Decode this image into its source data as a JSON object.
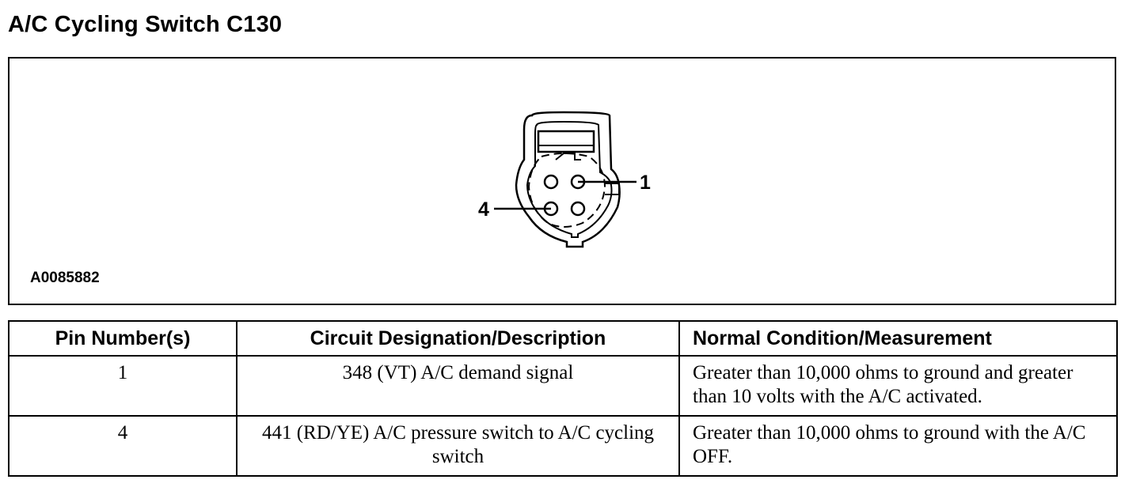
{
  "title": "A/C Cycling Switch C130",
  "figure": {
    "id": "A0085882",
    "pin_labels": [
      "1",
      "4"
    ]
  },
  "table": {
    "headers": [
      "Pin Number(s)",
      "Circuit Designation/Description",
      "Normal Condition/Measurement"
    ],
    "rows": [
      [
        "1",
        "348 (VT) A/C demand signal",
        "Greater than 10,000 ohms to ground and greater than 10 volts with the A/C activated."
      ],
      [
        "4",
        "441 (RD/YE) A/C pressure switch to A/C cycling switch",
        "Greater than 10,000 ohms to ground with the A/C OFF."
      ]
    ]
  }
}
